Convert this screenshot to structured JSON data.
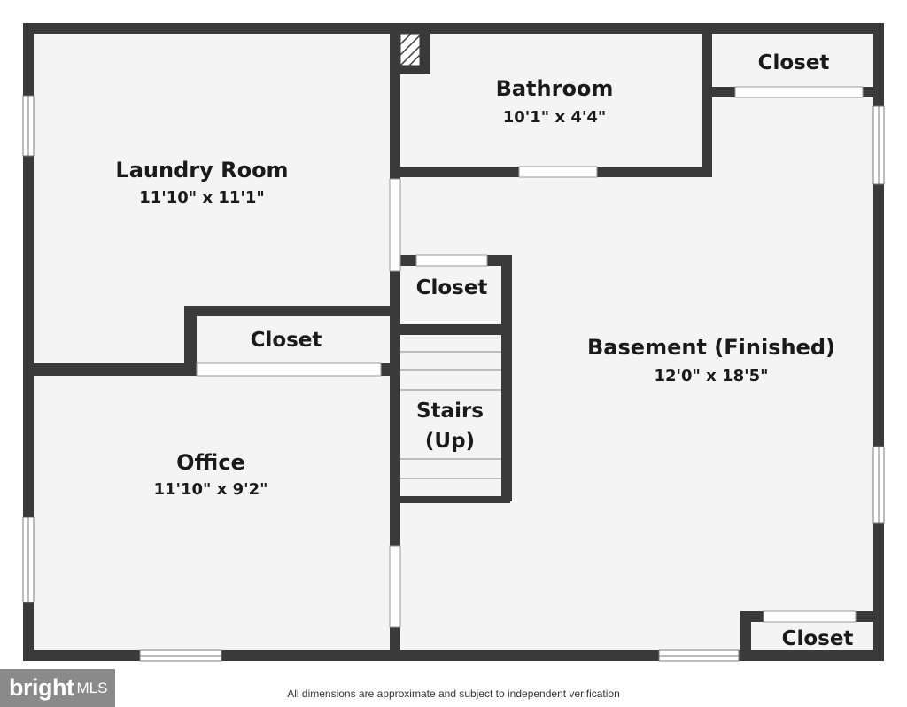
{
  "rooms": {
    "laundry": {
      "name": "Laundry Room",
      "dimensions": "11'10\" x 11'1\""
    },
    "bathroom": {
      "name": "Bathroom",
      "dimensions": "10'1\" x 4'4\""
    },
    "basement": {
      "name": "Basement (Finished)",
      "dimensions": "12'0\" x 18'5\""
    },
    "office": {
      "name": "Office",
      "dimensions": "11'10\" x 9'2\""
    }
  },
  "closets": {
    "top_right": "Closet",
    "center": "Closet",
    "left": "Closet",
    "bottom_right": "Closet"
  },
  "stairs": {
    "line1": "Stairs",
    "line2": "(Up)"
  },
  "footer": {
    "disclaimer": "All dimensions are approximate and subject to independent verification",
    "logo_word": "bright",
    "logo_suffix": "MLS"
  },
  "colors": {
    "wall": "#3a3a3a",
    "floor": "#f4f4f4",
    "opening": "#ffffff",
    "logo_bg": "#8a8a8a"
  }
}
